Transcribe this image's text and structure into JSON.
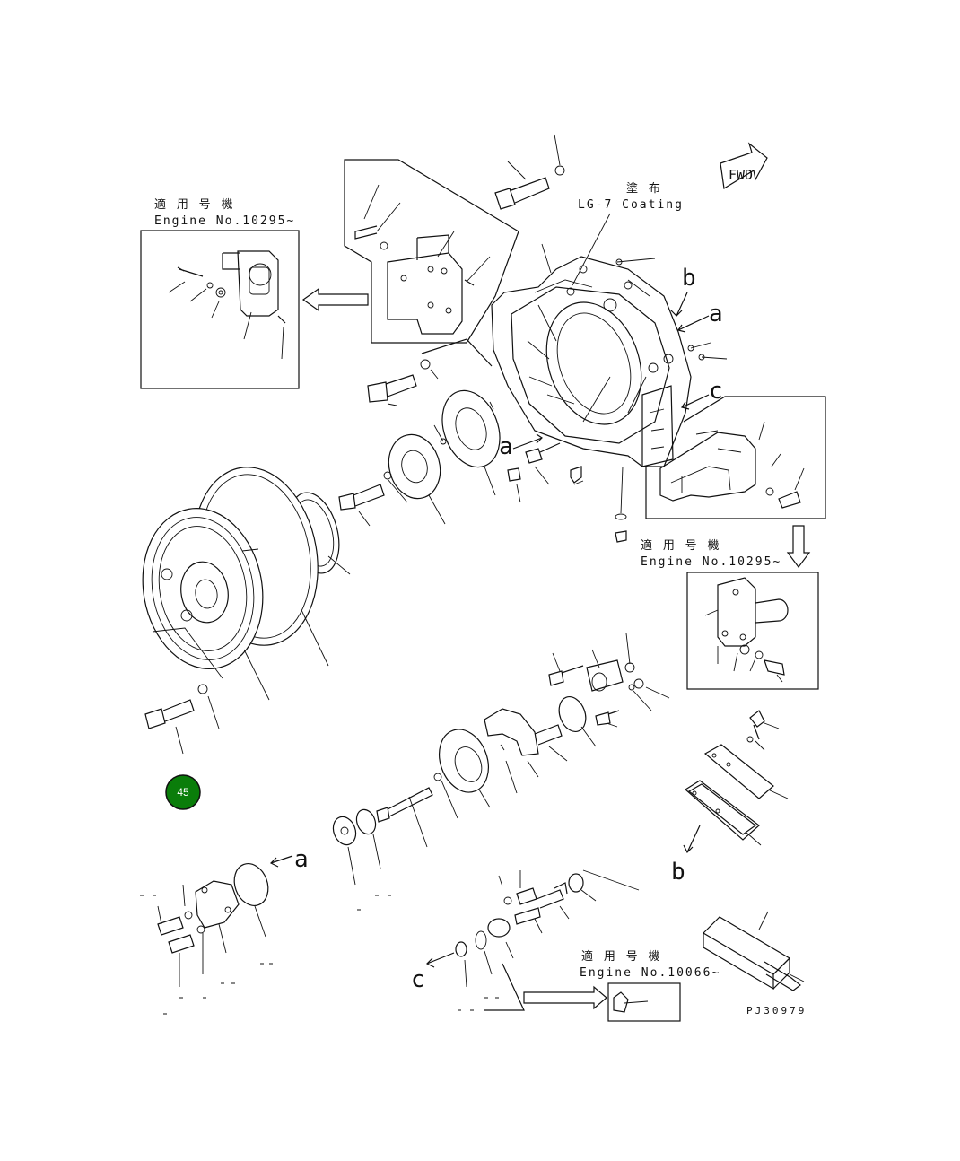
{
  "labels": {
    "applied_jp": "適 用 号 機",
    "engine_10295": "Engine No.10295~",
    "engine_10066": "Engine No.10066~",
    "coating_jp": "塗 布",
    "coating": "LG-7 Coating",
    "fwd": "FWD",
    "drawing_ref": "PJ30979"
  },
  "view_letters": {
    "a": "a",
    "b": "b",
    "c": "c"
  },
  "hotspot": {
    "label": "45",
    "fill": "#0a7d0a",
    "stroke": "#111111"
  }
}
